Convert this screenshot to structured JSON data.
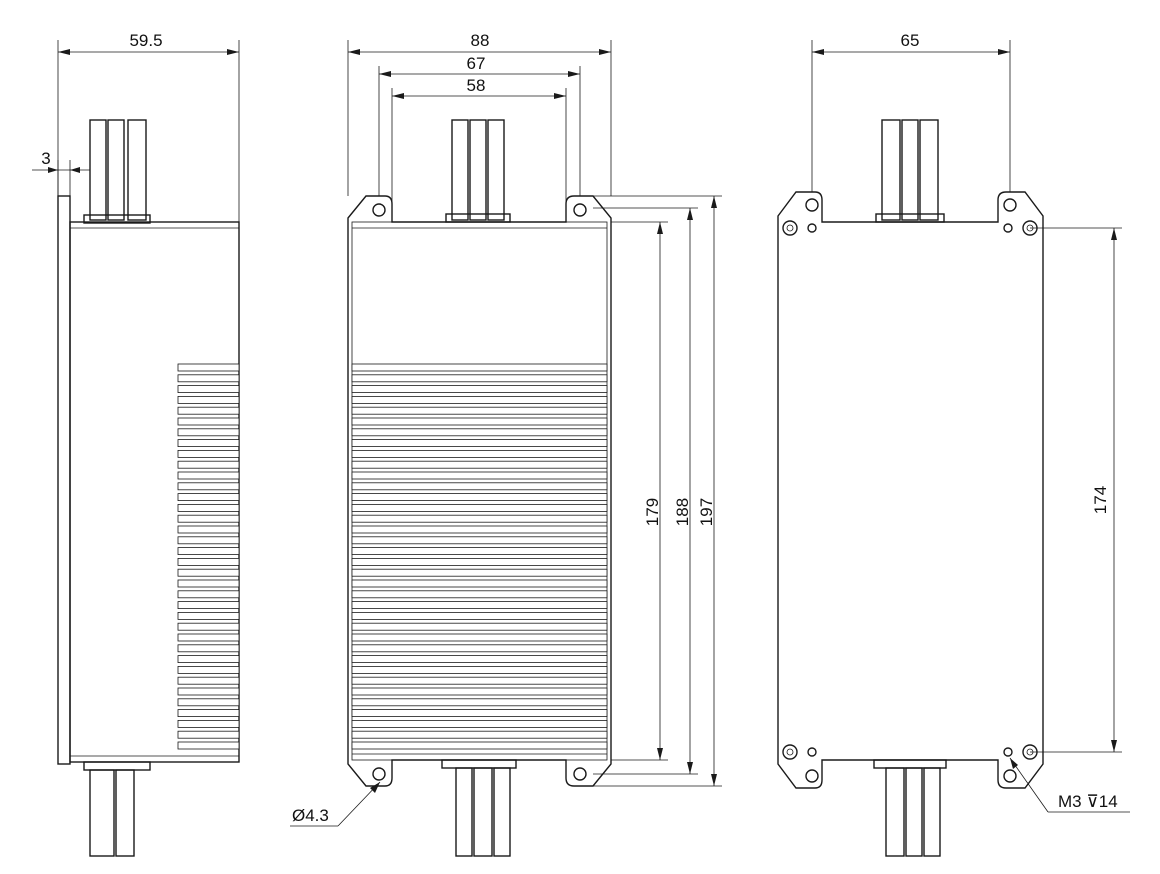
{
  "dimensions": {
    "side_width": "59.5",
    "plate_thickness": "3",
    "front_width": "88",
    "front_hole_spacing_outer": "67",
    "front_hole_spacing_inner": "58",
    "front_height_inner": "179",
    "front_height_mid": "188",
    "front_height_overall": "197",
    "rear_hole_spacing_x": "65",
    "rear_hole_spacing_y": "174",
    "hole_diameter": "Ø4.3",
    "thread_spec": "M3 ⊽14"
  },
  "colors": {
    "line": "#1a1a1a",
    "background": "#ffffff"
  }
}
